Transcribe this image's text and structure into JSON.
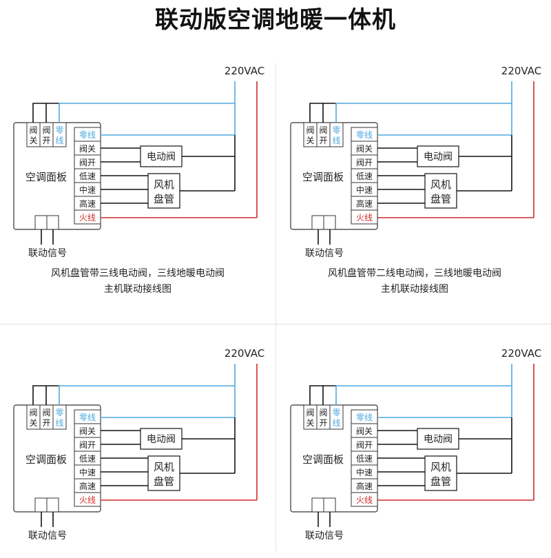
{
  "title": "联动版空调地暖一体机",
  "colors": {
    "neutral": "#4ea8de",
    "live": "#d12a2a",
    "wire": "#111111",
    "border": "#333333"
  },
  "panels": [
    {
      "supply_label": "220VAC",
      "panel_label": "空调面板",
      "top_terminals": [
        {
          "a": "阀",
          "b": "关"
        },
        {
          "a": "阀",
          "b": "开"
        },
        {
          "a": "零",
          "b": "线"
        }
      ],
      "terminals": [
        "零线",
        "阀关",
        "阀开",
        "低速",
        "中速",
        "高速",
        "火线"
      ],
      "valve_label": "电动阀",
      "fan_label_1": "风机",
      "fan_label_2": "盘管",
      "link_label": "联动信号",
      "caption_1": "风机盘管带三线电动阀，三线地暖电动阀",
      "caption_2": "主机联动接线图"
    },
    {
      "supply_label": "220VAC",
      "panel_label": "空调面板",
      "top_terminals": [
        {
          "a": "阀",
          "b": "关"
        },
        {
          "a": "阀",
          "b": "开"
        },
        {
          "a": "零",
          "b": "线"
        }
      ],
      "terminals": [
        "零线",
        "阀关",
        "阀开",
        "低速",
        "中速",
        "高速",
        "火线"
      ],
      "valve_label": "电动阀",
      "fan_label_1": "风机",
      "fan_label_2": "盘管",
      "link_label": "联动信号",
      "caption_1": "风机盘管带二线电动阀，三线地暖电动阀",
      "caption_2": "主机联动接线图"
    },
    {
      "supply_label": "220VAC",
      "panel_label": "空调面板",
      "top_terminals": [
        {
          "a": "阀",
          "b": "关"
        },
        {
          "a": "阀",
          "b": "开"
        },
        {
          "a": "零",
          "b": "线"
        }
      ],
      "terminals": [
        "零线",
        "阀关",
        "阀开",
        "低速",
        "中速",
        "高速",
        "火线"
      ],
      "valve_label": "电动阀",
      "fan_label_1": "风机",
      "fan_label_2": "盘管",
      "link_label": "联动信号",
      "caption_1": "",
      "caption_2": ""
    },
    {
      "supply_label": "220VAC",
      "panel_label": "空调面板",
      "top_terminals": [
        {
          "a": "阀",
          "b": "关"
        },
        {
          "a": "阀",
          "b": "开"
        },
        {
          "a": "零",
          "b": "线"
        }
      ],
      "terminals": [
        "零线",
        "阀关",
        "阀开",
        "低速",
        "中速",
        "高速",
        "火线"
      ],
      "valve_label": "电动阀",
      "fan_label_1": "风机",
      "fan_label_2": "盘管",
      "link_label": "联动信号",
      "caption_1": "",
      "caption_2": ""
    }
  ]
}
